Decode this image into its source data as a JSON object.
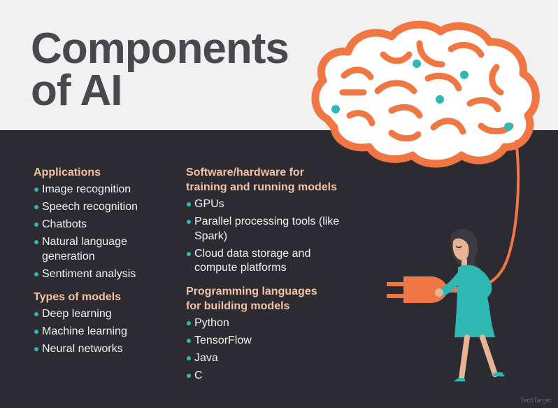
{
  "title": {
    "line1": "Components",
    "line2": "of AI"
  },
  "applications": {
    "heading": "Applications",
    "items": [
      "Image recognition",
      "Speech recognition",
      "Chatbots",
      "Natural language generation",
      "Sentiment analysis"
    ]
  },
  "types_of_models": {
    "heading": "Types of models",
    "items": [
      "Deep learning",
      "Machine learning",
      "Neural networks"
    ]
  },
  "software_hardware": {
    "heading_line1": "Software/hardware for",
    "heading_line2": "training and running models",
    "items": [
      "GPUs",
      "Parallel processing tools (like Spark)",
      "Cloud data storage and compute platforms"
    ]
  },
  "programming_languages": {
    "heading_line1": "Programming languages",
    "heading_line2": "for building models",
    "items": [
      "Python",
      "TensorFlow",
      "Java",
      "C"
    ]
  },
  "colors": {
    "orange": "#f07743",
    "teal": "#2fb7b3",
    "dark": "#2d2b32",
    "light": "#f1f1f1",
    "heading": "#f4c3a5"
  },
  "watermark": "TechTarget"
}
